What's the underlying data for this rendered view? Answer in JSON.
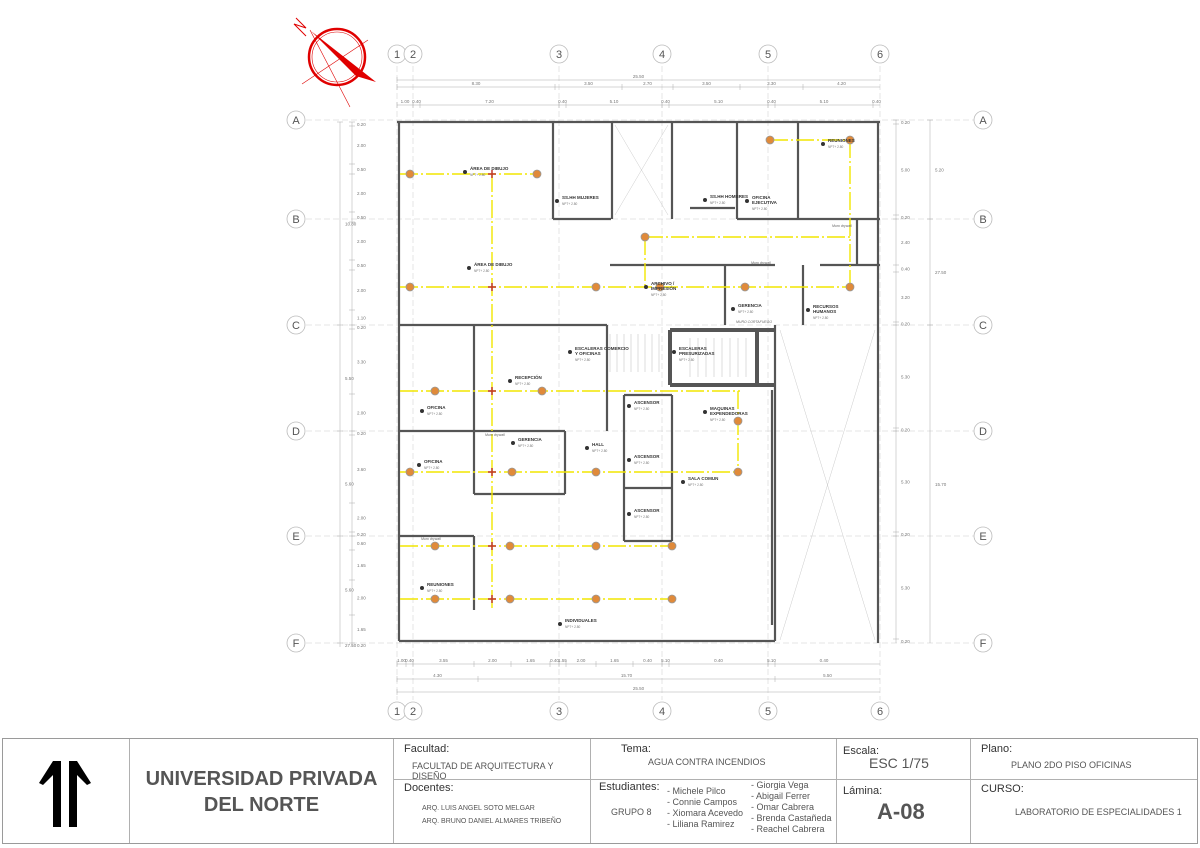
{
  "drawing": {
    "grid_columns": [
      "1",
      "2",
      "3",
      "4",
      "5",
      "6"
    ],
    "grid_rows": [
      "A",
      "B",
      "C",
      "D",
      "E",
      "F"
    ],
    "rooms": [
      {
        "name": "ÁREA DE DIBUJO",
        "npt": "NPT+ 2.80"
      },
      {
        "name": "ÁREA DE DIBUJO",
        "npt": "NPT+ 2.80"
      },
      {
        "name": "SS.HH MUJERES",
        "npt": "NPT+ 2.80"
      },
      {
        "name": "SS.HH HOMBRES",
        "npt": "NPT+ 2.80"
      },
      {
        "name": "OFICINA EJECUTIVA",
        "npt": "NPT+ 2.80"
      },
      {
        "name": "REUNIONES",
        "npt": "NPT+ 2.80"
      },
      {
        "name": "ARCHIVO / IMPRESIÓN",
        "npt": "NPT+ 2.80"
      },
      {
        "name": "GERENCIA",
        "npt": "NPT+ 2.80"
      },
      {
        "name": "RECURSOS HUMANOS",
        "npt": "NPT+ 2.80"
      },
      {
        "name": "ESCALERAS COMERCIO Y OFICINAS",
        "npt": "NPT+ 2.80"
      },
      {
        "name": "ESCALERAS PRESURIZADAS",
        "npt": "NPT+ 2.80"
      },
      {
        "name": "RECEPCIÓN",
        "npt": "NPT+ 2.80"
      },
      {
        "name": "OFICINA",
        "npt": "NPT+ 2.80"
      },
      {
        "name": "ASCENSOR",
        "npt": "NPT+ 2.80"
      },
      {
        "name": "MAQUINAS EXPENDEDORAS",
        "npt": "NPT+ 2.80"
      },
      {
        "name": "GERENCIA",
        "npt": "NPT+ 2.80"
      },
      {
        "name": "HALL",
        "npt": "NPT+ 2.80"
      },
      {
        "name": "OFICINA",
        "npt": "NPT+ 2.80"
      },
      {
        "name": "ASCENSOR",
        "npt": "NPT+ 2.80"
      },
      {
        "name": "SALA COMUN",
        "npt": "NPT+ 2.80"
      },
      {
        "name": "ASCENSOR",
        "npt": "NPT+ 2.80"
      },
      {
        "name": "REUNIONES",
        "npt": "NPT+ 2.80"
      },
      {
        "name": "INDIVIDUALES",
        "npt": "NPT+ 2.80"
      }
    ],
    "notes": [
      "Muro drywall",
      "Muro drywall",
      "Muro drywall",
      "Muro drywall",
      "MURO CORTAFUEGO"
    ],
    "dims_top_total": "25.50",
    "dims_top_mid": [
      "8.30",
      "3.50",
      "2.70",
      "3.50",
      "3.30",
      "4.20"
    ],
    "dims_top_inner": [
      "1.00",
      "0.40",
      "7.20",
      "0.40",
      "5.10",
      "0.40",
      "5.10",
      "0.40",
      "5.10",
      "0.40"
    ],
    "dims_bottom_inner": [
      "1.00",
      "0.40",
      "3.55",
      "2.00",
      "1.65",
      "0.40",
      "1.55",
      "2.00",
      "1.65",
      "0.40",
      "5.10",
      "0.40",
      "5.10",
      "0.40"
    ],
    "dims_bottom_mid": [
      "4.30",
      "15.70",
      "5.50"
    ],
    "dims_bottom_total": "25.50",
    "dims_left": [
      "0.20",
      "2.00",
      "0.50",
      "2.00",
      "0.50",
      "2.00",
      "0.50",
      "2.00",
      "1.10",
      "0.20",
      "3.30",
      "2.00",
      "0.20",
      "3.60",
      "2.00",
      "0.20",
      "0.60",
      "1.65",
      "2.00",
      "1.65",
      "0.20"
    ],
    "dims_left_outer": [
      "10.80",
      "5.50",
      "5.60",
      "5.60",
      "27.50"
    ],
    "dims_right": [
      "0.20",
      "5.00",
      "0.20",
      "2.40",
      "0.40",
      "3.20",
      "0.20",
      "5.30",
      "0.20",
      "5.30",
      "0.20",
      "5.30",
      "0.20"
    ],
    "dims_right_outer": [
      "5.20",
      "27.50",
      "15.70"
    ],
    "colors": {
      "pipe": "#f2e600",
      "sprinkler": "#e08a3a",
      "compass": "#e00000",
      "wall": "#555555"
    }
  },
  "title_block": {
    "logo": "UPN",
    "university_line1": "UNIVERSIDAD PRIVADA",
    "university_line2": "DEL NORTE",
    "facultad_label": "Facultad:",
    "facultad_value": "FACULTAD DE ARQUITECTURA Y DISEÑO",
    "docentes_label": "Docentes:",
    "docentes": [
      "ARQ. LUIS ANGEL SOTO MELGAR",
      "ARQ. BRUNO DANIEL ALMARES TRIBEÑO"
    ],
    "tema_label": "Tema:",
    "tema_value": "AGUA CONTRA INCENDIOS",
    "estudiantes_label": "Estudiantes:",
    "grupo": "GRUPO 8",
    "estudiantes_col1": [
      "- Michele Pilco",
      "- Connie Campos",
      "- Xiomara Acevedo",
      "- Liliana Ramirez"
    ],
    "estudiantes_col2": [
      "- Giorgia Vega",
      "- Abigail Ferrer",
      "- Omar Cabrera",
      "- Brenda Castañeda",
      "- Reachel Cabrera"
    ],
    "escala_label": "Escala:",
    "escala_value": "ESC 1/75",
    "lamina_label": "Lámina:",
    "lamina_value": "A-08",
    "plano_label": "Plano:",
    "plano_value": "PLANO 2DO PISO OFICINAS",
    "curso_label": "CURSO:",
    "curso_value": "LABORATORIO DE ESPECIALIDADES 1"
  }
}
